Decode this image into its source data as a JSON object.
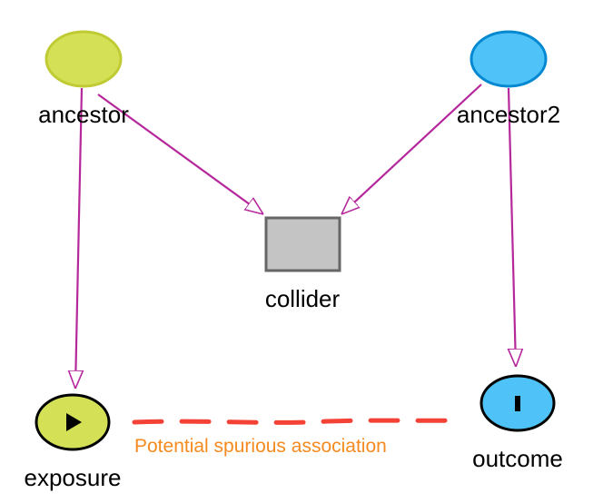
{
  "nodes": {
    "ancestor": {
      "label": "ancestor",
      "fill": "#d4e157",
      "stroke": "#c0ca33"
    },
    "ancestor2": {
      "label": "ancestor2",
      "fill": "#4fc3f7",
      "stroke": "#0288d1"
    },
    "collider": {
      "label": "collider",
      "fill": "#c4c4c4",
      "stroke": "#666666"
    },
    "exposure": {
      "label": "exposure",
      "fill": "#d4e157",
      "stroke": "#000000",
      "icon": "play-icon"
    },
    "outcome": {
      "label": "outcome",
      "fill": "#4fc3f7",
      "stroke": "#000000",
      "icon": "bar-icon"
    }
  },
  "edges": [
    {
      "from": "ancestor",
      "to": "collider",
      "style": "directed"
    },
    {
      "from": "ancestor2",
      "to": "collider",
      "style": "directed"
    },
    {
      "from": "ancestor",
      "to": "exposure",
      "style": "directed"
    },
    {
      "from": "ancestor2",
      "to": "outcome",
      "style": "directed"
    }
  ],
  "association": {
    "label": "Potential spurious association",
    "line_color": "#f44336",
    "label_color": "#f58a1f"
  },
  "colors": {
    "edge": "#b5289b",
    "arrowhead_fill": "#ffffff"
  }
}
